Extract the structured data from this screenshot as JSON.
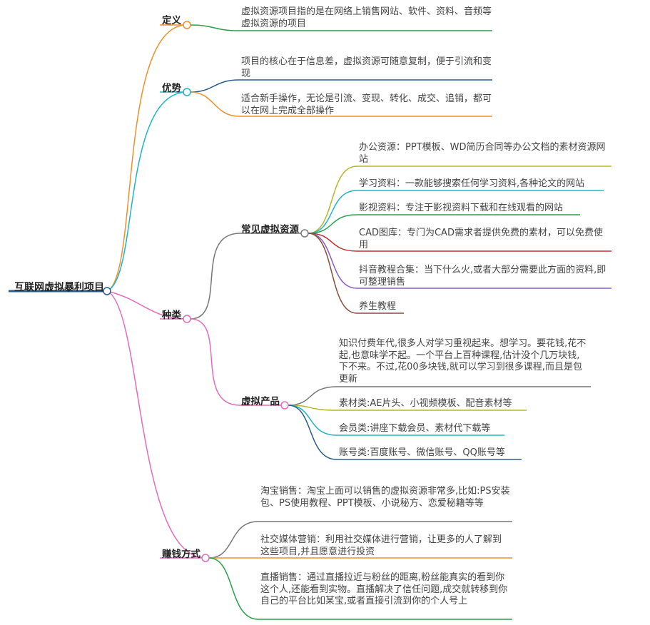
{
  "root": "互联网虚拟暴利项目",
  "branches": {
    "definition": {
      "label": "定义",
      "items": [
        "虚拟资源项目指的是在网络上销售网站、软件、资料、音频等虚拟资源的项目"
      ]
    },
    "advantage": {
      "label": "优势",
      "items": [
        "项目的核心在于信息差，虚拟资源可随意复制，便于引流和变现",
        "适合新手操作，无论是引流、变现、转化、成交、追销，都可以在网上完成全部操作"
      ]
    },
    "types": {
      "label": "种类",
      "common": {
        "label": "常见虚拟资源",
        "items": [
          "办公资源：PPT模板、WD简历合同等办公文档的素材资源网站",
          "学习资料：一款能够搜索任何学习资料,各种论文的网站",
          "影视资料：专注于影视资料下载和在线观看的网站",
          "CAD图库：专门为CAD需求者提供免费的素材，可以免费使用",
          "抖音教程合集：当下什么火,或者大部分需要此方面的资料,即可整理销售",
          "养生教程"
        ]
      },
      "products": {
        "label": "虚拟产品",
        "items": [
          "知识付费年代,很多人对学习重视起来。想学习。要花钱,花不起,也意味学不起。一个平台上百种课程,估计没个几万块钱,下不来。不过,花00多块钱,就可以学习到很多课程,而且是包更新",
          "素材类:AE片头、小视频模板、配音素材等",
          "会员类:讲座下载会员、素材代下载等",
          "账号类:百度账号、微信账号、QQ账号等"
        ]
      }
    },
    "money": {
      "label": "赚钱方式",
      "items": [
        "淘宝销售：淘宝上面可以销售的虚拟资源非常多,比如:PS安装包、PS使用教程、PPT模板、小说秘方、恋爱秘籍等等",
        "社交媒体营销：利用社交媒体进行营销，让更多的人了解到这些项目,并且愿意进行投资",
        "直播销售：通过直播拉近与粉丝的距离,粉丝能真实的看到你这个人,还能看到实物。直播解决了信任问题,成交就转移到你自己的平台比如某宝,或者直接引流到你的个人号上"
      ]
    }
  },
  "colors": {
    "root_underline": "#2c5d8a",
    "definition": "#f0902a",
    "advantage": "#20b5c4",
    "types": "#e46bbf",
    "money": "#e46bbf",
    "common": "#777777",
    "products": "#e46bbf"
  }
}
